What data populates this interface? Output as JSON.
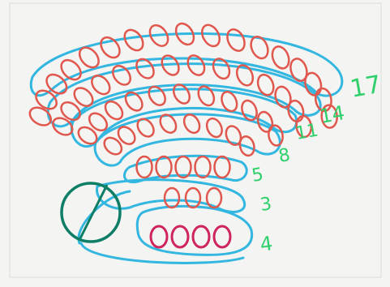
{
  "colors": {
    "paper": "#f4f4f2",
    "paper_edge": "#dcdcda",
    "bead_red": "#e0574d",
    "bead_magenta": "#d0245e",
    "thread_blue": "#33b7e0",
    "ring_green": "#0e7f66",
    "label_green": "#2fcf6b"
  },
  "rows": [
    {
      "label": "17",
      "count": 17
    },
    {
      "label": "14",
      "count": 14
    },
    {
      "label": "11",
      "count": 11
    },
    {
      "label": "8",
      "count": 8
    },
    {
      "label": "5",
      "count": 5
    },
    {
      "label": "3",
      "count": 3
    },
    {
      "label": "4",
      "count": 4
    }
  ]
}
